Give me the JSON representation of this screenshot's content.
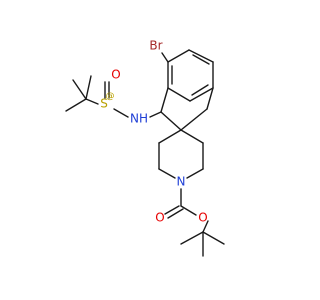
{
  "atoms": {
    "br": {
      "label": "Br",
      "color": "#a52a2a"
    },
    "o_sulfinyl": {
      "label": "O",
      "color": "#e60000"
    },
    "s": {
      "label": "S",
      "color": "#b8a000"
    },
    "s_stereo": {
      "label": "@",
      "color": "#b8a000"
    },
    "nh": {
      "label": "NH",
      "color": "#1f3fd6"
    },
    "n_ring": {
      "label": "N",
      "color": "#1f3fd6"
    },
    "o_carbonyl": {
      "label": "O",
      "color": "#e60000"
    },
    "o_ester": {
      "label": "O",
      "color": "#e60000"
    }
  }
}
